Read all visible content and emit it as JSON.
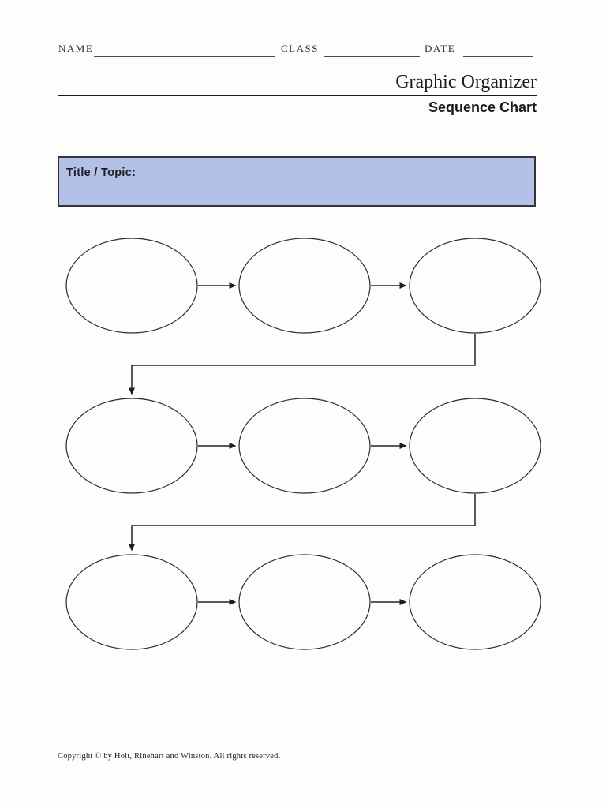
{
  "header": {
    "name_label": "NAME",
    "class_label": "CLASS",
    "date_label": "DATE",
    "name_value": "",
    "class_value": "",
    "date_value": ""
  },
  "masthead": {
    "title": "Graphic Organizer",
    "subtitle": "Sequence Chart"
  },
  "topic_box": {
    "label": "Title / Topic:",
    "value": ""
  },
  "diagram": {
    "type": "sequence-flow",
    "rows": 3,
    "steps_per_row": 3,
    "total_steps": 9,
    "step_values": [
      "",
      "",
      "",
      "",
      "",
      "",
      "",
      "",
      ""
    ],
    "flow_description": "Nine empty ovals connected by arrows reading left to right; the last oval of each row wraps down to the first oval of the next row"
  },
  "footer": {
    "copyright": "Copyright © by Holt, Rinehart and Winston. All rights reserved."
  },
  "colors": {
    "topic_box_fill": "#b3c1e7",
    "topic_box_border": "#34343e",
    "ink": "#231f20",
    "page_background": "#fdfdfc"
  }
}
